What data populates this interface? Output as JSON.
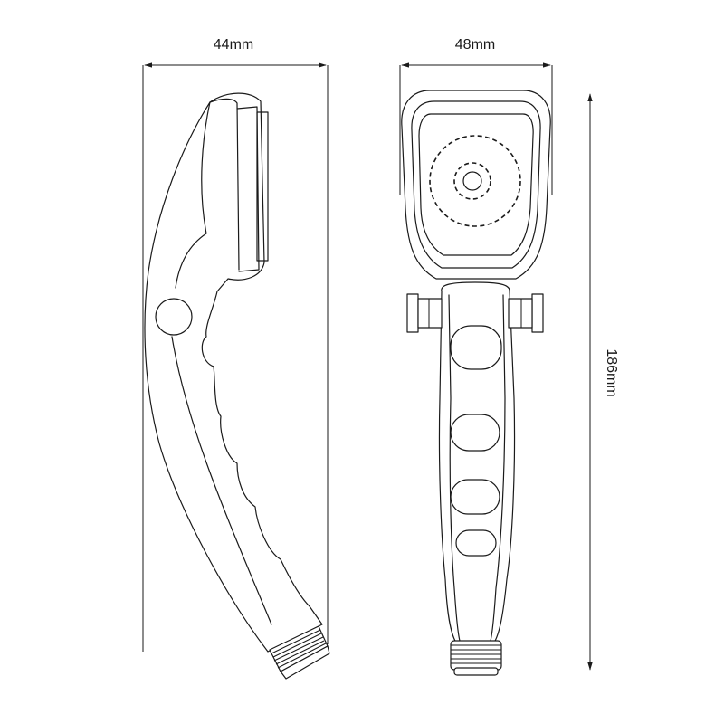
{
  "dimensions": {
    "side_width": "44mm",
    "front_width": "48mm",
    "height": "186mm"
  },
  "colors": {
    "line": "#1a1a1a",
    "background": "#ffffff"
  }
}
